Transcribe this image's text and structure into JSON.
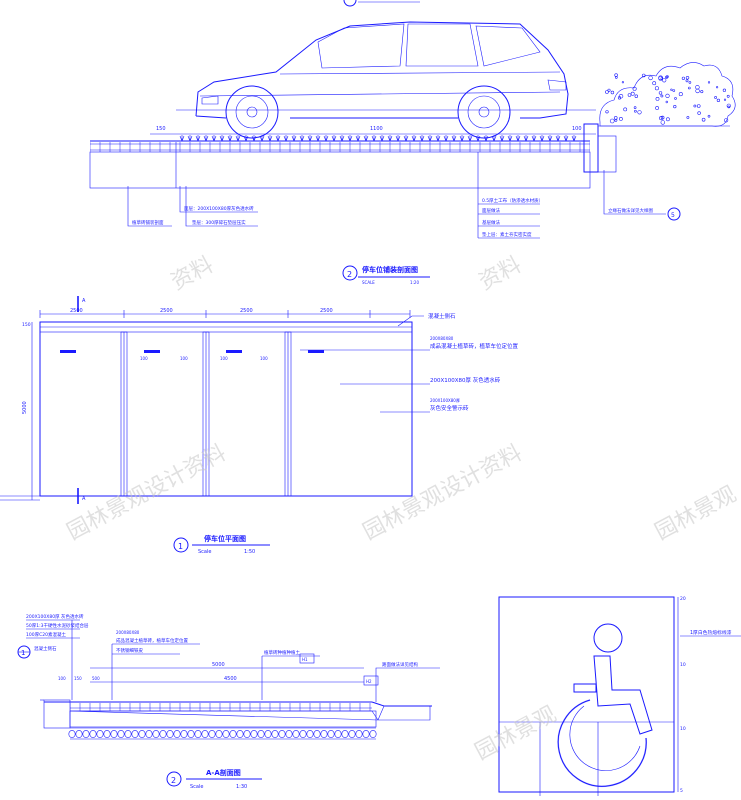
{
  "colors": {
    "ink": "#1a1aff",
    "paper": "#ffffff",
    "watermark": "#c8c8c8"
  },
  "section_parking": {
    "number": "2",
    "title": "停车位铺装剖面图",
    "scale_label": "SCALE",
    "scale_value": "1:20",
    "dims": [
      "150",
      "1100",
      "100"
    ],
    "notes_left": [
      "植草砖铺装剖面",
      "面层：200X100X80厚灰色透水砖",
      "垫层：300厚碎石垫层压实"
    ],
    "notes_right": [
      "0.5厚土工布（防渗透水材质）",
      "面层做法",
      "基层做法",
      "垫上层：素土夯实密实度"
    ],
    "note_curb": "立缘石做法详见大样图",
    "curb_marker": "5"
  },
  "plan_parking": {
    "number": "1",
    "title": "停车位平面图",
    "scale_label": "Scale",
    "scale_value": "1:50",
    "section_mark": "A",
    "dims_top": [
      "2500",
      "2500",
      "2500",
      "2500"
    ],
    "dim_side": "5000",
    "dim_small": "150",
    "dims_inner": [
      "100",
      "100",
      "100",
      "100"
    ],
    "notes": [
      "混凝土侧石",
      "200X80X80",
      "成品混凝土植草砖，植草车位定位置",
      "200X100X80厚 灰色透水砖",
      "200X100X80厚",
      "灰色安全警示砖"
    ]
  },
  "section_aa": {
    "number": "2",
    "title": "A-A剖面图",
    "scale_label": "Scale",
    "scale_value": "1:30",
    "ref_marker": "1",
    "ref_note": "混凝土侧石",
    "notes_left": [
      "200X100X80厚 灰色透水砖",
      "50厚1:3干硬性水泥砂浆结合层",
      "100厚C20素混凝土"
    ],
    "notes_mid": [
      "200X80X80",
      "成品混凝土植草砖，植草车位定位置",
      "不锈钢细铁皮"
    ],
    "note_top": "植草砖种植种植土",
    "note_right": "路面做法详见结构",
    "dims": [
      "5000",
      "4500",
      "500",
      "150",
      "100"
    ],
    "tags": [
      "H1",
      "H2"
    ]
  },
  "accessible_symbol": {
    "note": "1厚白色热熔标线漆",
    "dims": [
      "20",
      "10",
      "10",
      "5"
    ]
  },
  "watermarks": [
    "资料",
    "资料",
    "园林景观设计资料",
    "园林景观设计资料",
    "园林景观",
    "园林景观"
  ]
}
